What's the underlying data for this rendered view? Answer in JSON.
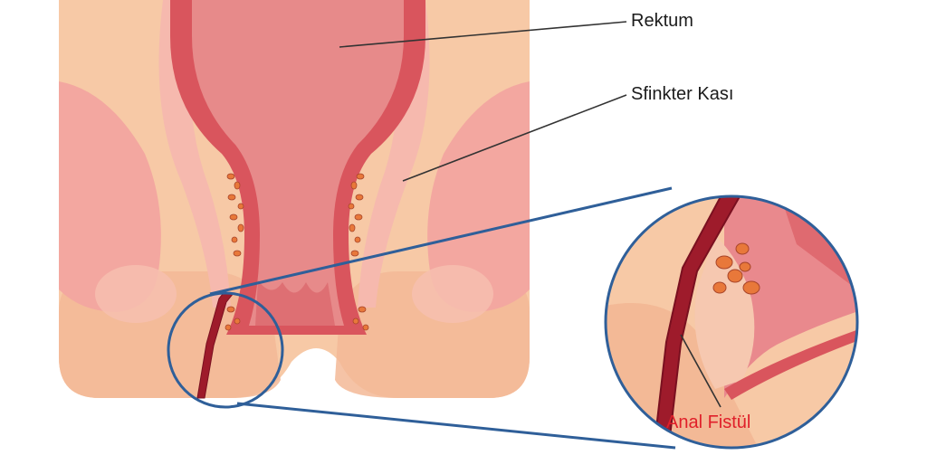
{
  "labels": {
    "rectum": "Rektum",
    "sphincter": "Sfinkter Kası",
    "fistula": "Anal Fistül"
  },
  "colors": {
    "skin": "#f7c9a6",
    "skin_dark": "#f0b590",
    "muscle": "#f3a7a0",
    "muscle_light": "#f6b9ae",
    "rectum_wall": "#d9555d",
    "rectum_inner": "#e78a8a",
    "fistula": "#9e1b2b",
    "gland": "#e8783a",
    "zoom_circle": "#2f5f99",
    "fistula_label": "#e0202a"
  }
}
